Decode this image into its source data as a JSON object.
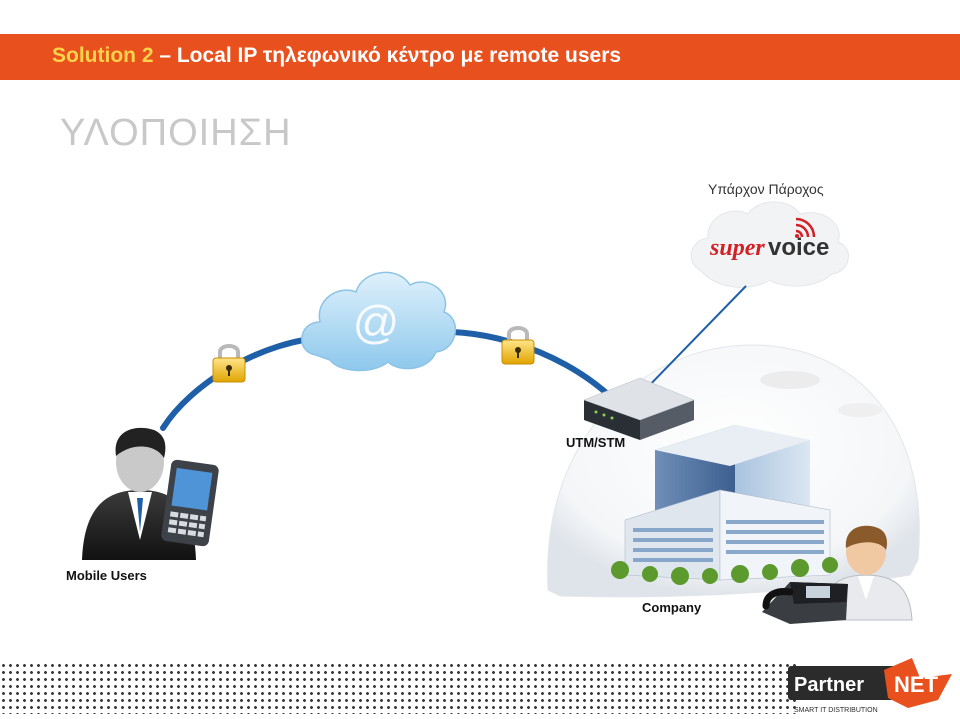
{
  "header": {
    "title_prefix": "Solution 2",
    "title_rest": " – Local IP τηλεφωνικό κέντρο με remote users"
  },
  "section_title": "ΥΛΟΠΟΙΗΣΗ",
  "provider": {
    "caption": "Υπάρχον Πάροχος",
    "logo_part1": "super",
    "logo_part2": "voice"
  },
  "cloud": {
    "symbol": "@"
  },
  "labels": {
    "utm": "UTM/STM",
    "mobile_users": "Mobile Users",
    "company": "Company"
  },
  "footer_logo": {
    "part1": "Partner",
    "part2": "NET",
    "tagline": "SMART IT DISTRIBUTION"
  },
  "colors": {
    "header_bg": "#e8501e",
    "header_accent": "#ffd34a",
    "link_line": "#1f5fa8",
    "cloud": "#9fd0ef"
  }
}
